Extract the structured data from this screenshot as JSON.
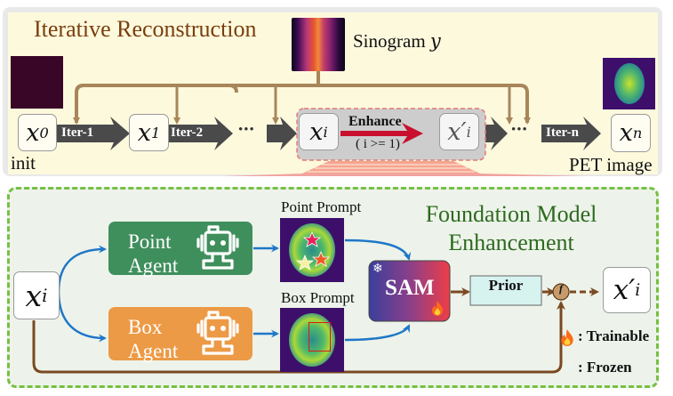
{
  "top": {
    "title": "Iterative Reconstruction",
    "sinogram_label": "Sinogram",
    "sinogram_var": "y",
    "init_label": "init",
    "pet_label": "PET image",
    "nodes": {
      "x0": {
        "base": "x",
        "sub": "0"
      },
      "x1": {
        "base": "x",
        "sub": "1"
      },
      "xi": {
        "base": "x",
        "sub": "i"
      },
      "xi_prime": {
        "base": "x′",
        "sub": "i"
      },
      "xn": {
        "base": "x",
        "sub": "n"
      }
    },
    "iter_labels": [
      "Iter-1",
      "Iter-2",
      "Iter-n"
    ],
    "ellipsis": "•••",
    "enhance_label": "Enhance",
    "enhance_condition": "( i >= 1)"
  },
  "bottom": {
    "title_line1": "Foundation Model",
    "title_line2": "Enhancement",
    "input": {
      "base": "x",
      "sub": "i"
    },
    "output": {
      "base": "x′",
      "sub": "i"
    },
    "point_agent": {
      "line1": "Point",
      "line2": "Agent"
    },
    "box_agent": {
      "line1": "Box",
      "line2": "Agent"
    },
    "point_prompt_label": "Point Prompt",
    "box_prompt_label": "Box Prompt",
    "sam_label": "SAM",
    "prior_label": "Prior",
    "fusion_label": "f",
    "legend": {
      "trainable": ": Trainable",
      "frozen": ": Frozen"
    }
  },
  "colors": {
    "top_bg": "#fdf9dd",
    "bottom_bg": "#edf3ea",
    "dash_green": "#76c043",
    "brown_arrow": "#a8865a",
    "dark_brown": "#7a4a22",
    "blue_arrow": "#1f77c8",
    "point_agent": "#3f8f5c",
    "box_agent": "#ec9a45",
    "enhance_red": "#c8102e",
    "prior_bg": "#d6f3f0"
  }
}
